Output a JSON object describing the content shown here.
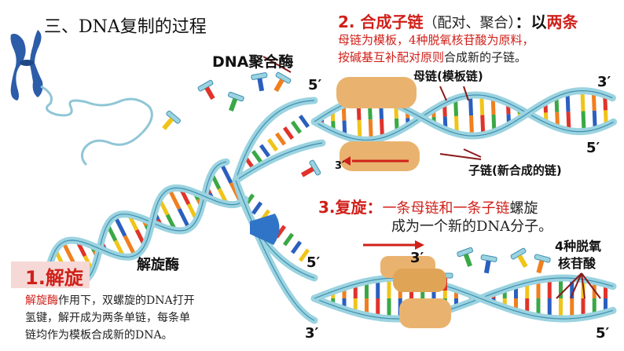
{
  "title": "三、DNA复制的过程",
  "section2": {
    "heading": "2. 合成子链",
    "heading_paren": "（配对、聚合）",
    "heading_rest_a": "：以",
    "heading_rest_b": "两条",
    "line1": "母链为模板，4种脱氧核苷酸为原料，",
    "line2_red": "按碱基互补配对原则",
    "line2_rest": "合成新的子链。"
  },
  "section3": {
    "heading": "3.复旋：",
    "body_red": "一条母链和一条子链",
    "body_rest": "螺旋",
    "line2": "成为一个新的DNA分子。"
  },
  "section1": {
    "heading": "1.解旋",
    "line1_red": "解旋酶",
    "line1_rest": "作用下，双螺旋的DNA打开",
    "line2": "氢键，解开成为两条单链，每条单",
    "line3": "链均作为模板合成新的DNA。"
  },
  "labels": {
    "dna_polymerase": "DNA聚合酶",
    "parent_strand": "母链(模板链)",
    "daughter_strand": "子链(新合成的链)",
    "helicase": "解旋酶",
    "nucleotides_line1": "4种脱氧",
    "nucleotides_line2": "核苷酸",
    "p_5a": "5′",
    "p_3a": "3′",
    "p_3b": "3′",
    "p_5b": "5′",
    "p_5c": "5′",
    "p_3c": "3′",
    "p_3d": "3′",
    "p_5d": "5′"
  },
  "colors": {
    "accent_red": "#d0201a",
    "backbone_blue": "#9bd3e0",
    "backbone_edge": "#3f8fb0",
    "enzyme_orange": "#e9b36f",
    "base_red": "#e0332a",
    "base_green": "#3aa845",
    "base_blue": "#2a5fbf",
    "base_yellow": "#f0c419",
    "base_orange": "#f07f1f"
  }
}
